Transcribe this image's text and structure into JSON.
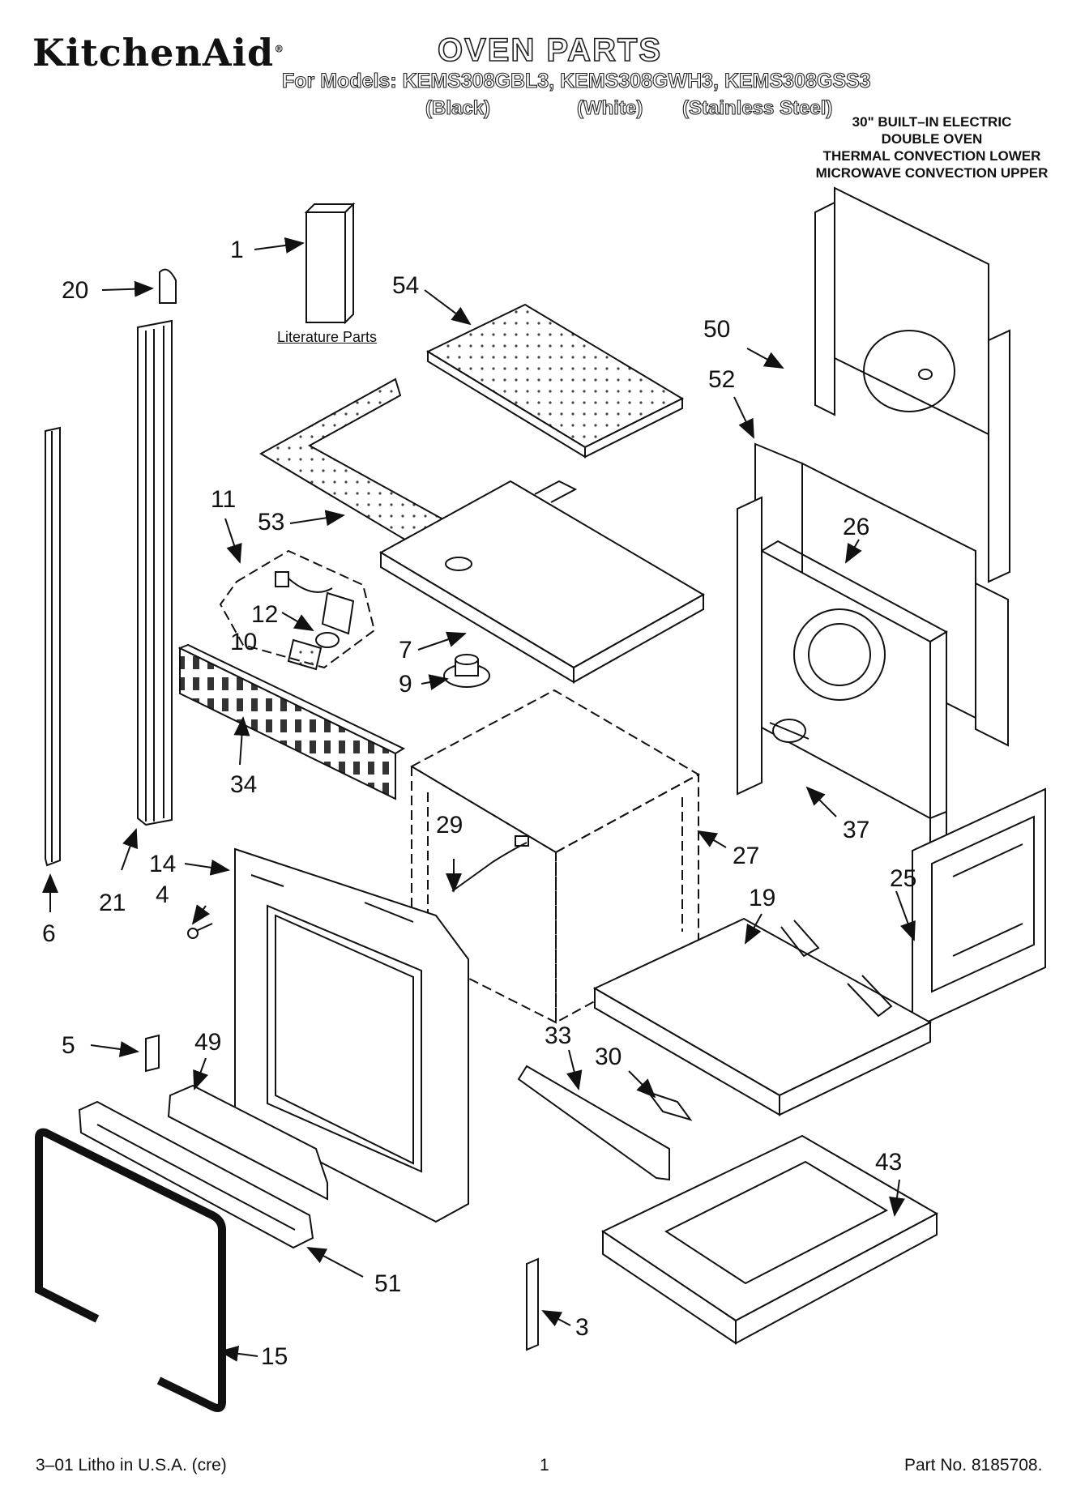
{
  "brand": "KitchenAid",
  "title": "OVEN PARTS",
  "models_line": "For Models: KEMS308GBL3, KEMS308GWH3, KEMS308GSS3",
  "variants": [
    "(Black)",
    "(White)",
    "(Stainless Steel)"
  ],
  "description": [
    "30\" BUILT–IN ELECTRIC",
    "DOUBLE OVEN",
    "THERMAL CONVECTION LOWER",
    "MICROWAVE CONVECTION UPPER"
  ],
  "literature_label": "Literature Parts",
  "callouts": [
    "1",
    "20",
    "54",
    "50",
    "52",
    "11",
    "53",
    "26",
    "12",
    "10",
    "7",
    "9",
    "34",
    "29",
    "27",
    "37",
    "14",
    "21",
    "4",
    "6",
    "19",
    "25",
    "5",
    "49",
    "33",
    "30",
    "43",
    "51",
    "3",
    "15"
  ],
  "footer": {
    "left": "3–01 Litho in U.S.A. (cre)",
    "page": "1",
    "part_no": "Part No. 8185708."
  }
}
